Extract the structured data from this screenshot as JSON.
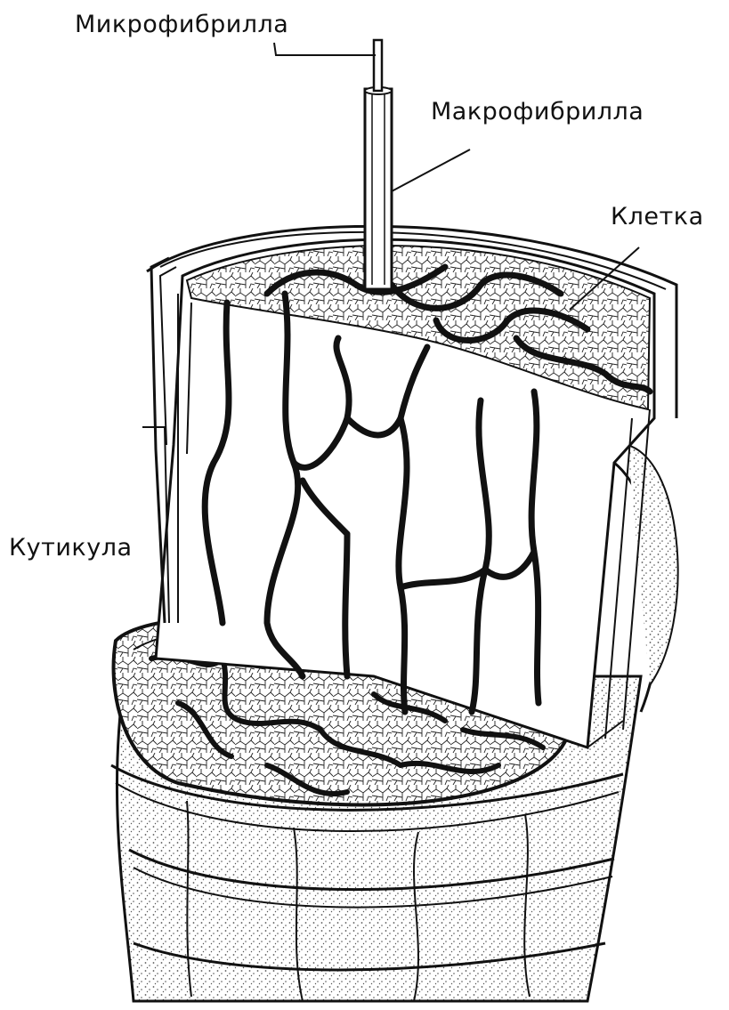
{
  "labels": {
    "microfibril": "Микрофибрилла",
    "macrofibril": "Макрофибрилла",
    "cell": "Клетка",
    "cuticle": "Кутикула"
  },
  "colors": {
    "ink": "#111111",
    "paper": "#ffffff",
    "stipple": "#555555"
  }
}
